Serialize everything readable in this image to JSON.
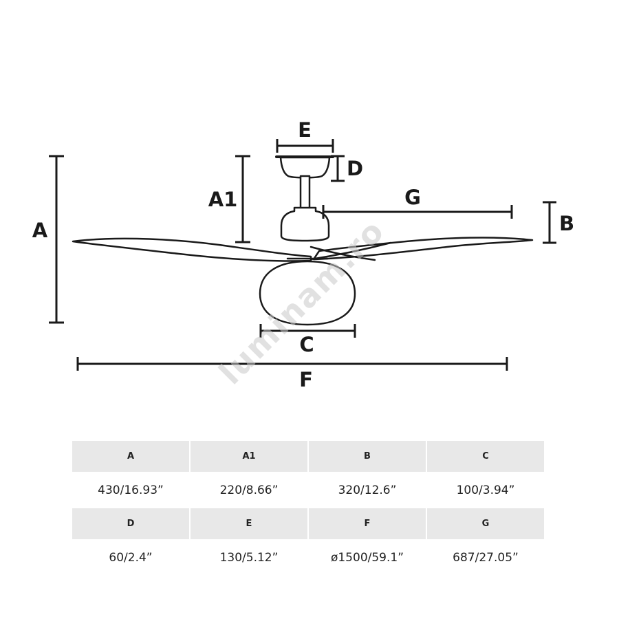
{
  "watermark": "luminam.ro",
  "diagram": {
    "labels": {
      "A": "A",
      "A1": "A1",
      "B": "B",
      "C": "C",
      "D": "D",
      "E": "E",
      "F": "F",
      "G": "G"
    },
    "colors": {
      "line": "#1a1a1a",
      "table_header_bg": "#e8e8e8",
      "watermark": "#c9c9c9"
    }
  },
  "table": {
    "group1": {
      "headers": [
        "A",
        "A1",
        "B",
        "C"
      ],
      "values": [
        "430/16.93”",
        "220/8.66”",
        "320/12.6”",
        "100/3.94”"
      ]
    },
    "group2": {
      "headers": [
        "D",
        "E",
        "F",
        "G"
      ],
      "values": [
        "60/2.4”",
        "130/5.12”",
        "ø1500/59.1”",
        "687/27.05”"
      ]
    }
  }
}
